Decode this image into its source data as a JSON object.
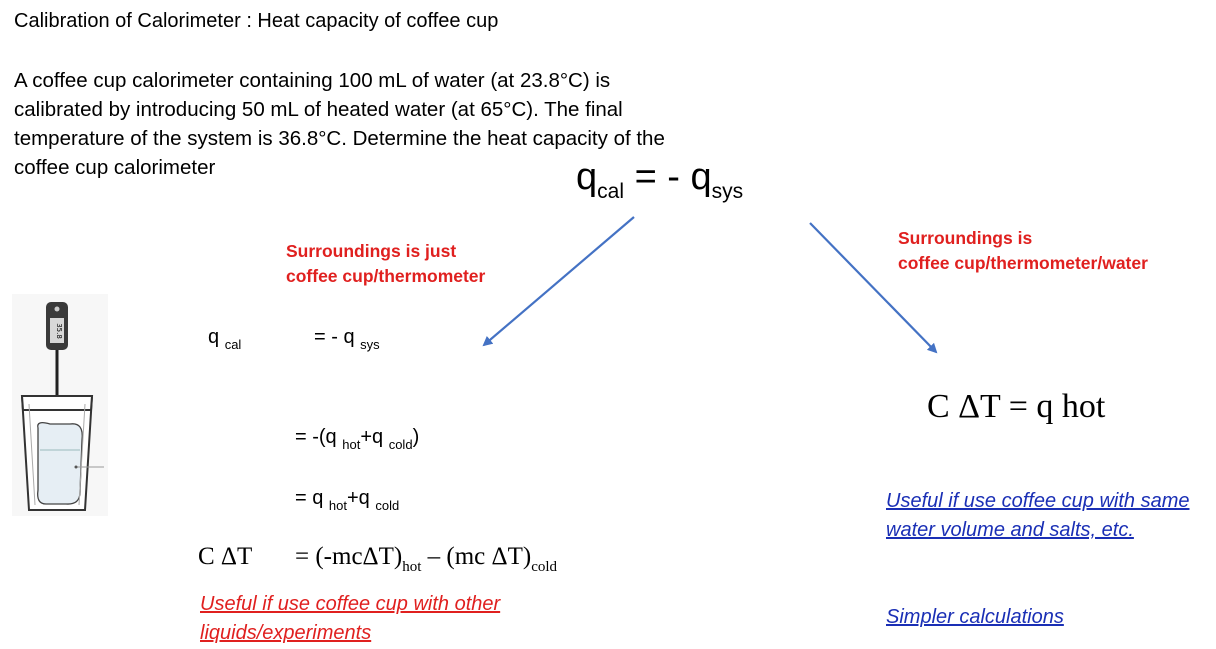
{
  "title": "Calibration of Calorimeter : Heat capacity of coffee cup",
  "problem_text": "A coffee cup calorimeter containing 100 mL of water (at 23.8°C) is calibrated by introducing 50 mL of heated water (at 65°C). The final temperature of the system is 36.8°C. Determine the heat capacity of the coffee cup calorimeter",
  "main_equation": {
    "q": "q",
    "q_sub": "cal",
    "eq": "= - q",
    "sys_sub": "sys"
  },
  "left_branch": {
    "label_line1": "Surroundings is just",
    "label_line2": "coffee cup/thermometer",
    "eq1": {
      "lhs": "q",
      "lhs_sub": "cal",
      "rhs": "= - q",
      "rhs_sub": "sys"
    },
    "eq2": {
      "a": "= -(q",
      "hot": "hot",
      "b": "+q",
      "cold": "cold",
      "c": ")"
    },
    "eq3": {
      "a": "= q",
      "hot": "hot",
      "b": "+q",
      "cold": "cold"
    },
    "eq4": {
      "lhs": "C ΔT",
      "a": "= (-mcΔT)",
      "hot": "hot",
      "b": " – (mc ΔT)",
      "cold": "cold"
    },
    "note": "Useful if use coffee cup with other liquids/experiments"
  },
  "right_branch": {
    "label_line1": "Surroundings is",
    "label_line2": "coffee cup/thermometer/water",
    "eq": "C ΔT  = q hot",
    "note1": "Useful if use coffee cup with same water volume and salts, etc.",
    "note2": "Simpler calculations"
  },
  "thermometer_reading": "35.8",
  "colors": {
    "red": "#e0201f",
    "blue_link": "#1a2fb5",
    "arrow": "#4472c4"
  }
}
